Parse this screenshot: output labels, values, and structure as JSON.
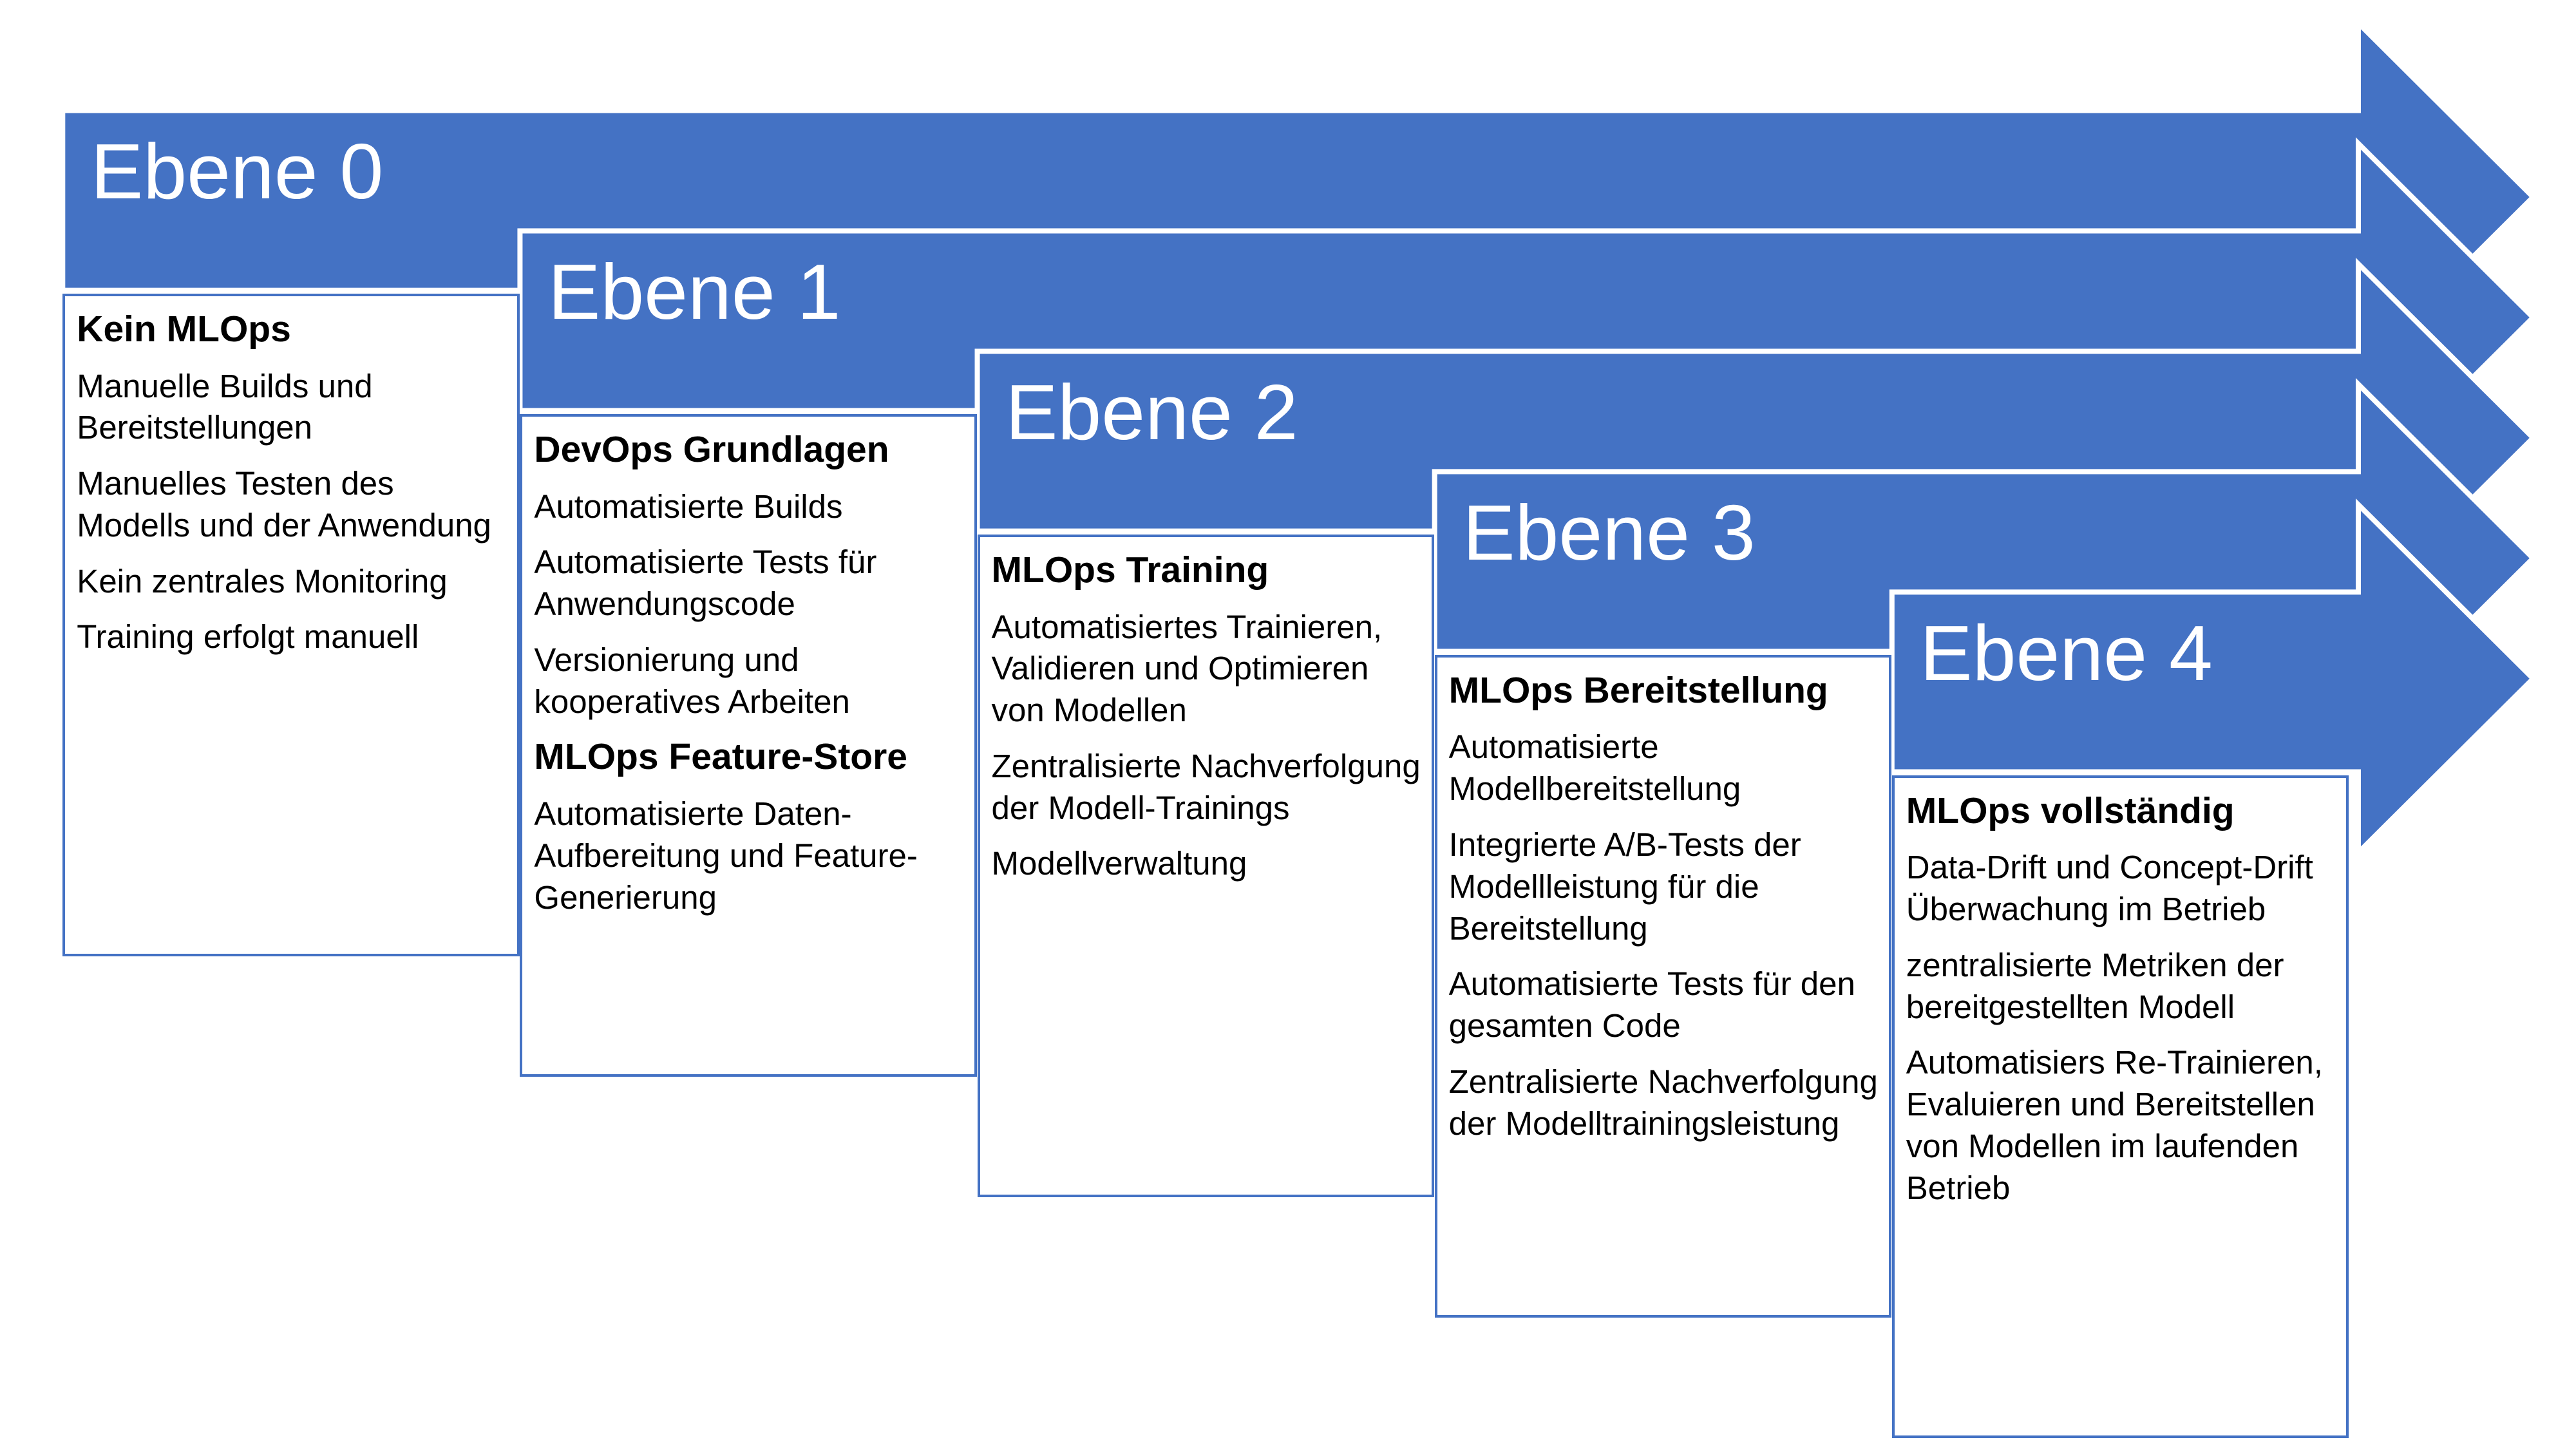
{
  "colors": {
    "arrow": "#4472C4",
    "box_border": "#4472C4",
    "text": "#000000",
    "title_text": "#ffffff"
  },
  "levels": [
    {
      "title": "Ebene 0",
      "sections": [
        {
          "heading": "Kein MLOps",
          "items": [
            "Manuelle Builds und Bereitstellungen",
            "Manuelles Testen des Modells und der Anwendung",
            "Kein zentrales Monitoring",
            "Training erfolgt manuell"
          ]
        }
      ]
    },
    {
      "title": "Ebene 1",
      "sections": [
        {
          "heading": "DevOps Grundlagen",
          "items": [
            "Automatisierte Builds",
            "Automatisierte Tests für Anwendungscode",
            "Versionierung und kooperatives Arbeiten"
          ]
        },
        {
          "heading": "MLOps  Feature-Store",
          "items": [
            "Automatisierte Daten-Aufbereitung und Feature-Generierung"
          ]
        }
      ]
    },
    {
      "title": "Ebene 2",
      "sections": [
        {
          "heading": "MLOps Training",
          "items": [
            "Automatisiertes Trainieren, Validieren und Optimieren von Modellen",
            "Zentralisierte Nachverfolgung der Modell-Trainings",
            "Modellverwaltung"
          ]
        }
      ]
    },
    {
      "title": "Ebene 3",
      "sections": [
        {
          "heading": "MLOps Bereitstellung",
          "items": [
            "Automatisierte Modellbereitstellung",
            "Integrierte A/B-Tests der Modellleistung für die Bereitstellung",
            "Automatisierte Tests für den gesamten Code",
            "Zentralisierte Nachverfolgung der Modelltrainingsleistung"
          ]
        }
      ]
    },
    {
      "title": "Ebene 4",
      "sections": [
        {
          "heading": "MLOps vollständig",
          "items": [
            "Data-Drift und Concept-Drift Überwachung im Betrieb",
            "zentralisierte Metriken der bereitgestellten Modell",
            "Automatisiers Re-Trainieren, Evaluieren und Bereitstellen von Modellen im laufenden Betrieb"
          ]
        }
      ]
    }
  ]
}
